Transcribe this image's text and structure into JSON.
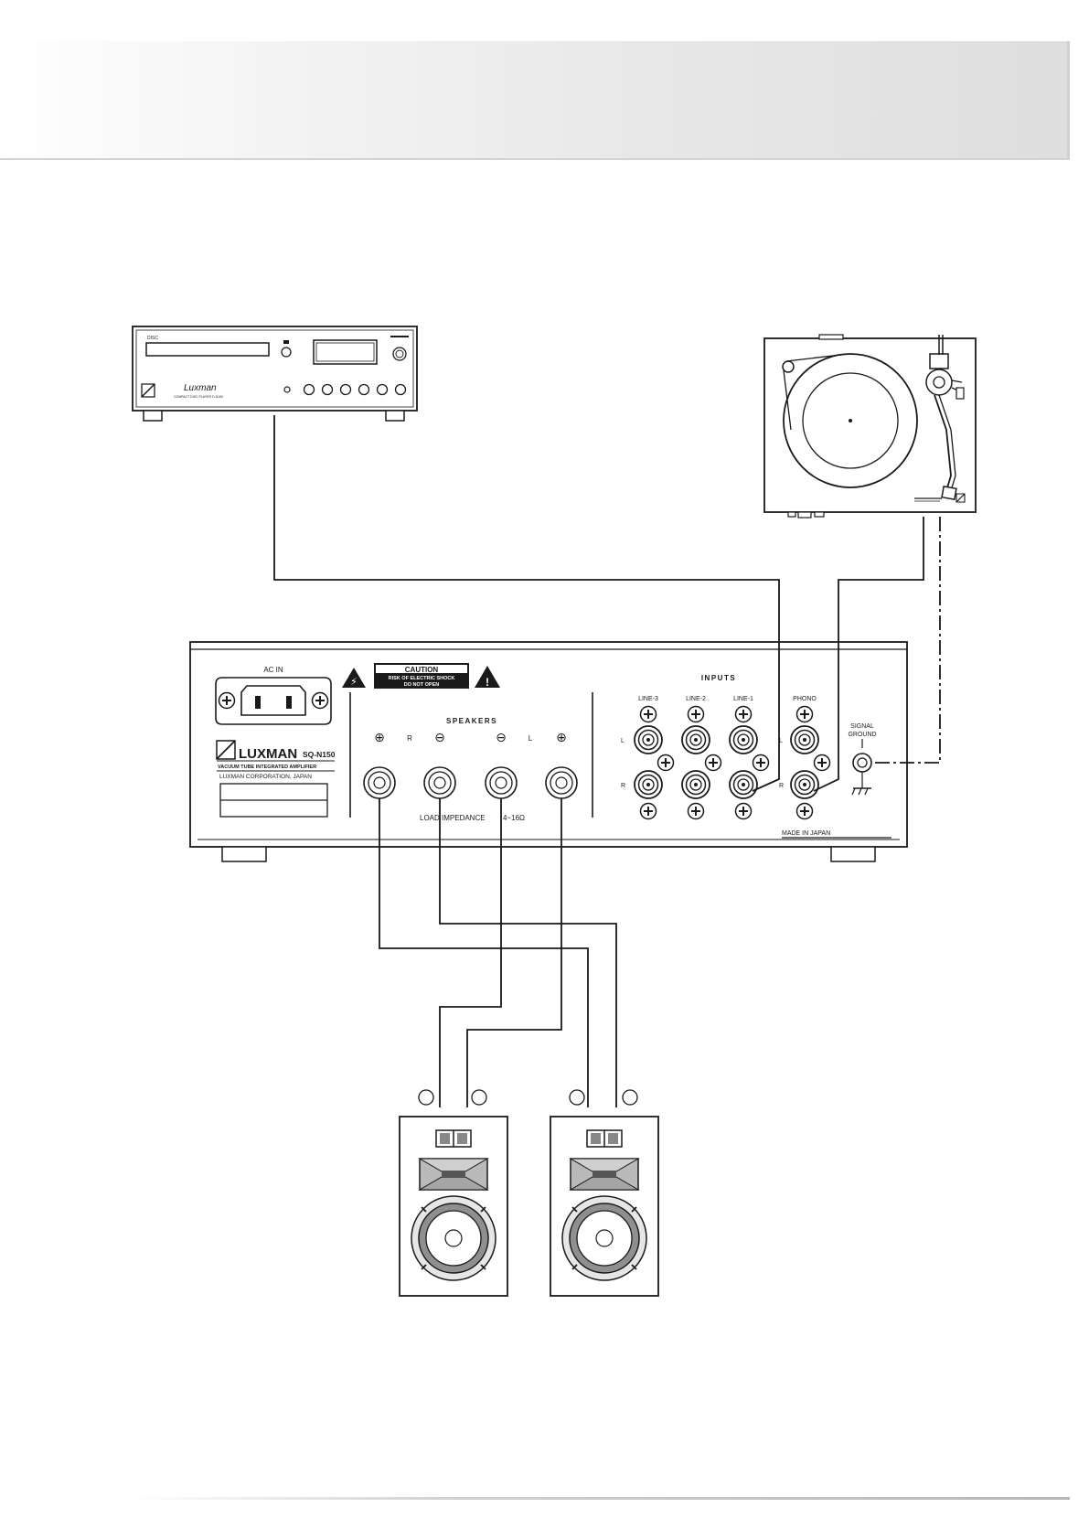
{
  "amplifier": {
    "ac_in": "AC IN",
    "caution": {
      "title": "CAUTION",
      "line1": "RISK OF ELECTRIC SHOCK",
      "line2": "DO NOT OPEN"
    },
    "brand": "LUXMAN",
    "model": "SQ-N150",
    "subtitle": "VACUUM TUBE INTEGRATED AMPLIFIER",
    "corporation": "LUXMAN CORPORATION, JAPAN",
    "speakers_title": "SPEAKERS",
    "r_label": "R",
    "l_label": "L",
    "load_impedance": "LOAD IMPEDANCE",
    "impedance_value": "4~16Ω",
    "inputs_title": "INPUTS",
    "inputs": [
      "LINE-3",
      "LINE-2",
      "LINE-1",
      "PHONO"
    ],
    "channel_l": "L",
    "channel_r": "R",
    "signal": "SIGNAL",
    "ground": "GROUND",
    "made_in": "MADE IN JAPAN"
  },
  "cd_player": {
    "logo_script": "Luxman",
    "caption": "COMPACT DISC PLAYER D-N150",
    "disc_logo": "DISC"
  },
  "colors": {
    "line": "#1a1a1a",
    "speaker_cone": "#8f8f8f",
    "speaker_surround": "#bdbdbd"
  }
}
